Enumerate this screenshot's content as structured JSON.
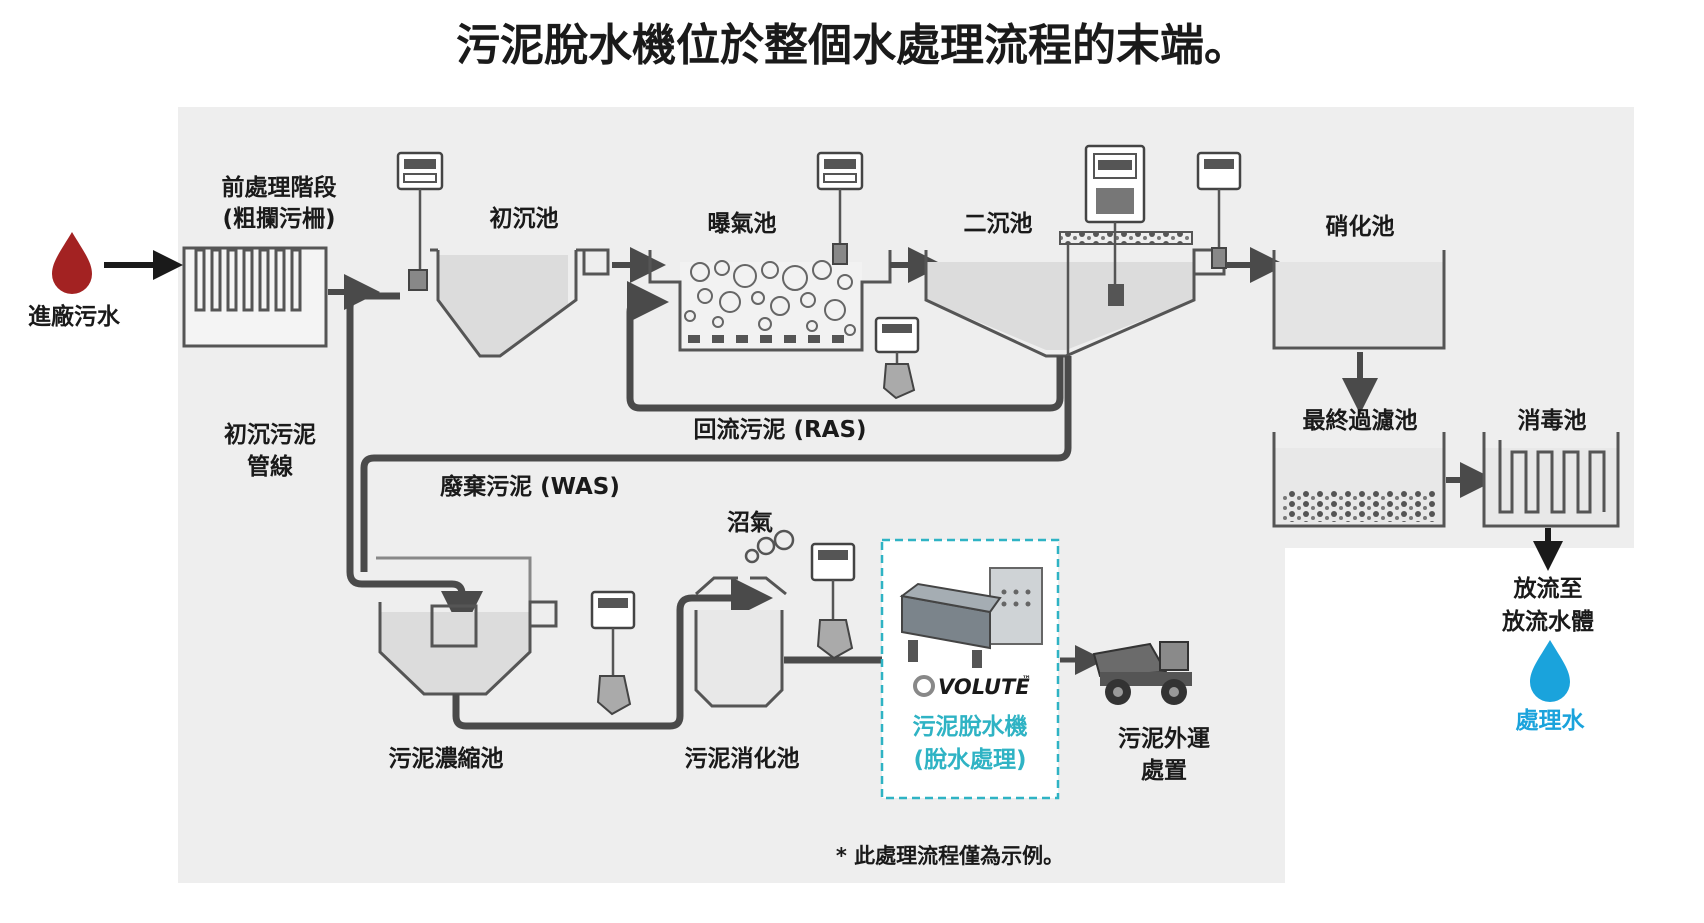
{
  "title": "污泥脫水機位於整個水處理流程的末端。",
  "inlet": {
    "label": "進廠污水"
  },
  "stages": {
    "pretreatment": {
      "line1": "前處理階段",
      "line2": "(粗攔污柵)"
    },
    "primary": "初沉池",
    "aeration": "曝氣池",
    "secondary": "二沉池",
    "nitrification": "硝化池",
    "filtration": "最終過濾池",
    "disinfection": "消毒池",
    "thickener": "污泥濃縮池",
    "digester": "污泥消化池"
  },
  "pipes": {
    "primary_sludge": {
      "line1": "初沉污泥",
      "line2": "管線"
    },
    "ras": "回流污泥 (RAS)",
    "was": "廢棄污泥 (WAS)",
    "biogas": "沼氣"
  },
  "dewatering": {
    "brand": "VOLUTE",
    "tm": "™",
    "line1": "污泥脫水機",
    "line2": "(脫水處理)"
  },
  "disposal": {
    "line1": "污泥外運",
    "line2": "處置"
  },
  "discharge": {
    "line1": "放流至",
    "line2": "放流水體"
  },
  "treated": {
    "label": "處理水"
  },
  "note": "* 此處理流程僅為示例。",
  "colors": {
    "panel": "#eeeeee",
    "pipe": "#4a4a4a",
    "inlet_drop": "#a32222",
    "treated_drop": "#1aa3dc",
    "accent": "#2fb3c4"
  }
}
